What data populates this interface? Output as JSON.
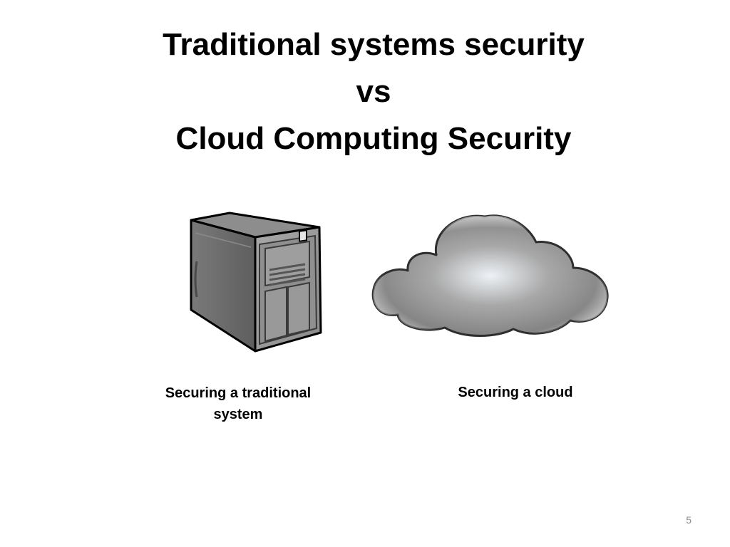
{
  "slide": {
    "title_lines": [
      "Traditional systems security",
      "vs",
      "Cloud Computing Security"
    ],
    "illustrations": [
      {
        "icon": "server-tower-icon",
        "caption": "Securing a traditional system"
      },
      {
        "icon": "cloud-icon",
        "caption": "Securing a cloud"
      }
    ],
    "page_number": "5"
  },
  "colors": {
    "text": "#000000",
    "page_number": "#8c8c8c",
    "server_body": "#6e6e6e",
    "server_front": "#9a9a9a",
    "cloud_fill_center": "#e9ecf0",
    "cloud_fill_edge": "#808080"
  }
}
